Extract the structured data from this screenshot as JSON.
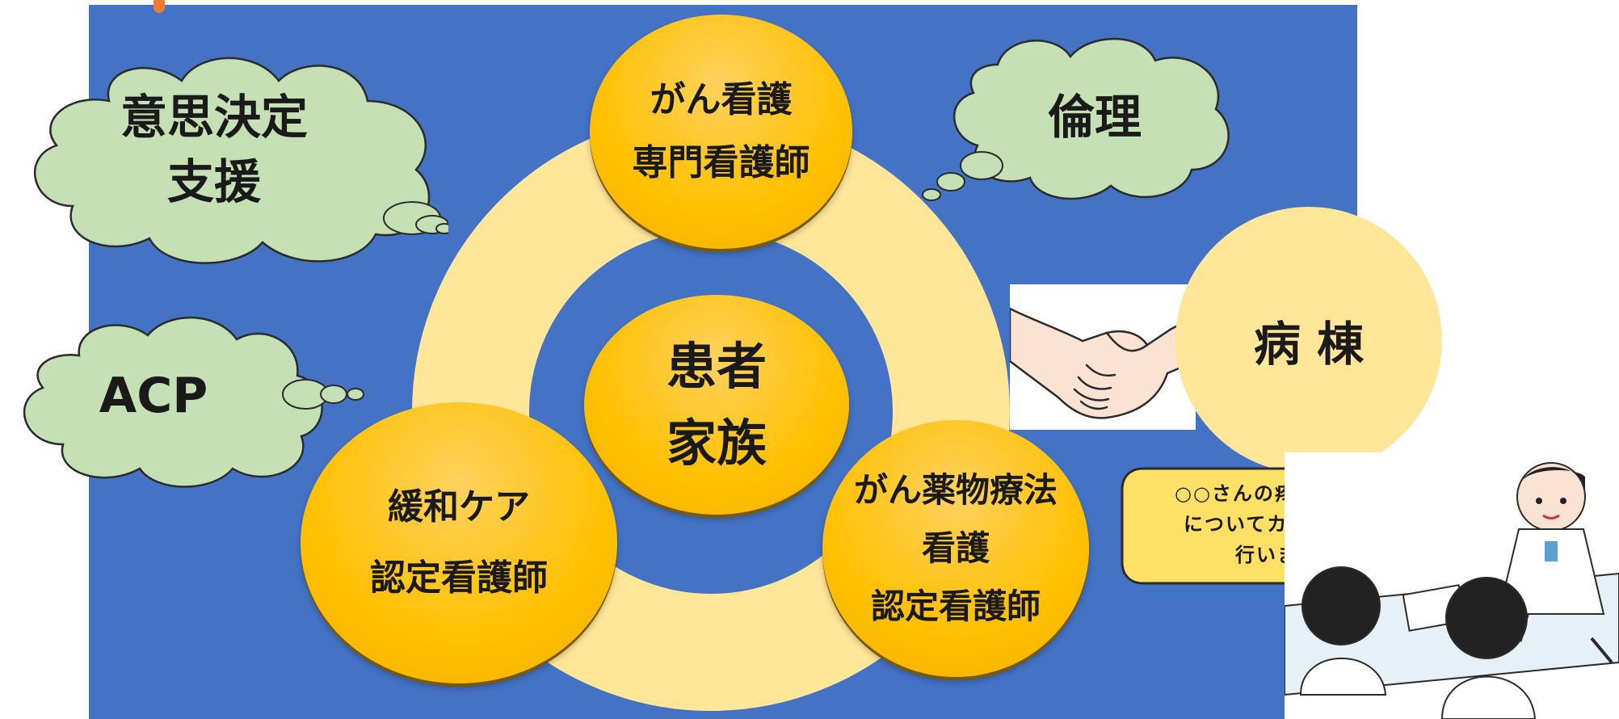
{
  "colors": {
    "background_panel": "#4472C4",
    "ring": "#FFE699",
    "orb": "#FFC000",
    "cloud": "#C5E0B4",
    "speech_bubble": "#FFE066"
  },
  "center": {
    "line1": "患者",
    "line2": "家族"
  },
  "roles": {
    "top": {
      "line1": "がん看護",
      "line2": "専門看護師"
    },
    "left": {
      "line1": "緩和ケア",
      "line2": "認定看護師"
    },
    "right": {
      "line1": "がん薬物療法",
      "line2": "看護",
      "line3": "認定看護師"
    }
  },
  "ward": {
    "label": "病 棟"
  },
  "clouds": {
    "decision": {
      "line1": "意思決定",
      "line2": "支援"
    },
    "acp": {
      "label": "ACP"
    },
    "ethics": {
      "label": "倫理"
    }
  },
  "speech": {
    "line1": "○○さんの疼痛コントロール",
    "line2": "についてカンファレンスを",
    "line3": "行いましょう！"
  },
  "icons": [
    "handshake-illustration",
    "nurse-conference-illustration"
  ]
}
